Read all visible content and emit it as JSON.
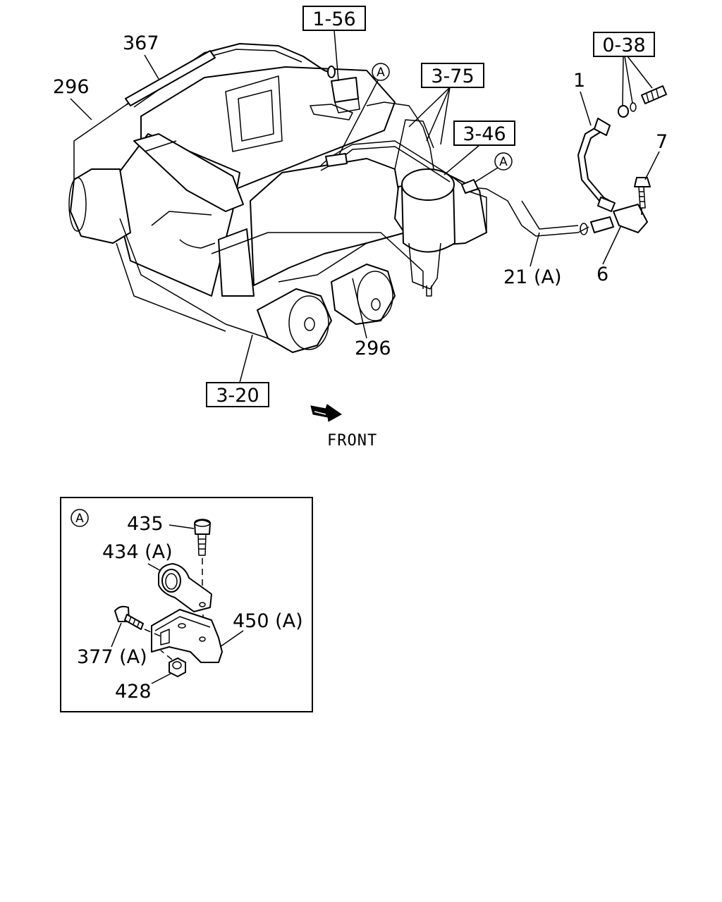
{
  "diagram": {
    "boxed_refs": {
      "ref_1_56": "1-56",
      "ref_0_38": "0-38",
      "ref_3_75": "3-75",
      "ref_3_46": "3-46",
      "ref_3_20": "3-20"
    },
    "callouts": {
      "c367": "367",
      "c296_top": "296",
      "c1": "1",
      "c7": "7",
      "c21a": "21 (A)",
      "c6": "6",
      "c296_bottom": "296"
    },
    "circle_refs": {
      "a_top": "A",
      "a_right": "A"
    },
    "front_label": "FRONT",
    "detail": {
      "circle_ref": "A",
      "labels": {
        "c435": "435",
        "c434a": "434 (A)",
        "c450a": "450 (A)",
        "c377a": "377 (A)",
        "c428": "428"
      }
    }
  }
}
